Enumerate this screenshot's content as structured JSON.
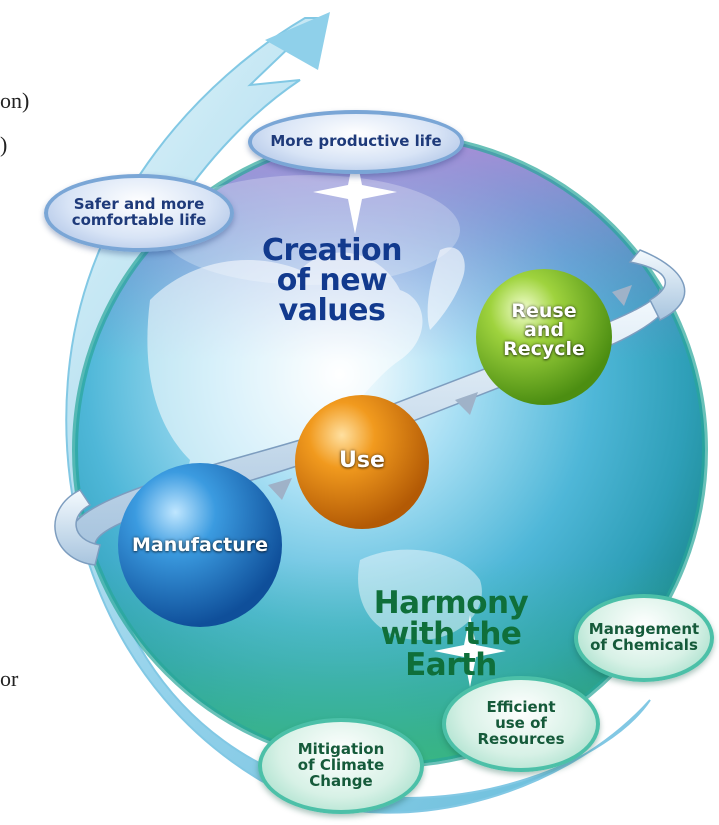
{
  "side_text": {
    "frag1": "on)",
    "frag2": ")",
    "frag3": "or"
  },
  "top_pills": {
    "productive": "More productive life",
    "safer": "Safer and more comfortable life"
  },
  "headings": {
    "creation": "Creation of new values",
    "harmony": "Harmony with the Earth"
  },
  "spheres": {
    "manufacture": "Manufacture",
    "use": "Use",
    "reuse": "Reuse and Recycle"
  },
  "bottom_pills": {
    "chemicals": "Management of Chemicals",
    "resources": "Efficient use of Resources",
    "climate": "Mitigation of Climate Change"
  },
  "colors": {
    "creation_text": "#123a8e",
    "harmony_text": "#0f6f3a",
    "manufacture_ball": "#1e78c8",
    "use_ball": "#e67e0e",
    "reuse_ball": "#8cc832"
  }
}
